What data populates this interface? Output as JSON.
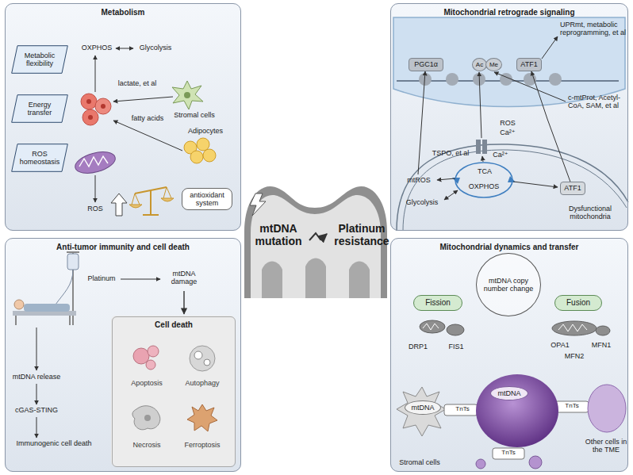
{
  "diagram": {
    "nodes": [
      {
        "text": [
          "Metabolism"
        ]
      },
      {
        "text": [
          "Metabolic flexibility"
        ],
        "in": 0
      },
      {
        "text": [
          "Energy transfer"
        ],
        "in": 0
      },
      {
        "text": [
          "ROS homeostasis"
        ],
        "in": 0
      },
      {
        "text": [
          "antioxidant system"
        ],
        "in": 0
      },
      {
        "text": [
          "Mitochondrial retrograde signaling"
        ]
      },
      {
        "text": [
          "PGC1α"
        ],
        "in": 5
      },
      {
        "text": [
          "Ac"
        ],
        "in": 5
      },
      {
        "text": [
          "Me"
        ],
        "in": 5
      },
      {
        "text": [
          "ATF1"
        ],
        "in": 5
      },
      {
        "text": [
          "ATF1"
        ],
        "in": 5
      },
      {
        "text": [
          "TCA"
        ],
        "in": 5
      },
      {
        "text": [
          "Anti-tumor immunity and cell death"
        ]
      },
      {
        "text": [
          "Cell death"
        ],
        "in": 12
      },
      {
        "text": [
          "Mitochondrial dynamics and transfer"
        ]
      },
      {
        "text": [
          "mtDNA copy number change"
        ],
        "in": 14
      },
      {
        "text": [
          "Fission"
        ],
        "in": 14
      },
      {
        "text": [
          "Fusion"
        ],
        "in": 14
      },
      {
        "text": [
          "mtDNA"
        ],
        "in": 14
      },
      {
        "text": [
          "mtDNA"
        ],
        "in": 14
      }
    ],
    "edges": [
      {
        "from": 10,
        "to": 9,
        "arrow": "to"
      }
    ],
    "labels": [
      "OXPHOS",
      "Glycolysis",
      "lactate, et al",
      "Stromal cells",
      "fatty acids",
      "Adipocytes",
      "ROS",
      "UPRmt, metabolic reprogramming, et al",
      "c-mtProt, Acetyl-CoA, SAM, et al",
      "ROS",
      "Ca²⁺",
      "TSPO, et al",
      "Ca²⁺",
      "mtROS",
      "Glycolysis",
      "OXPHOS",
      "Dysfunctional mitochondria",
      "mtDNA mutation",
      "Platinum resistance",
      "Platinum",
      "mtDNA damage",
      "mtDNA release",
      "cGAS-STING",
      "Immunogenic cell death",
      "Apoptosis",
      "Autophagy",
      "Necrosis",
      "Ferroptosis",
      "DRP1",
      "FIS1",
      "OPA1",
      "MFN1",
      "MFN2",
      "TnTs",
      "TnTs",
      "TnTs",
      "Stromal cells",
      "Other cells in the TME"
    ]
  }
}
